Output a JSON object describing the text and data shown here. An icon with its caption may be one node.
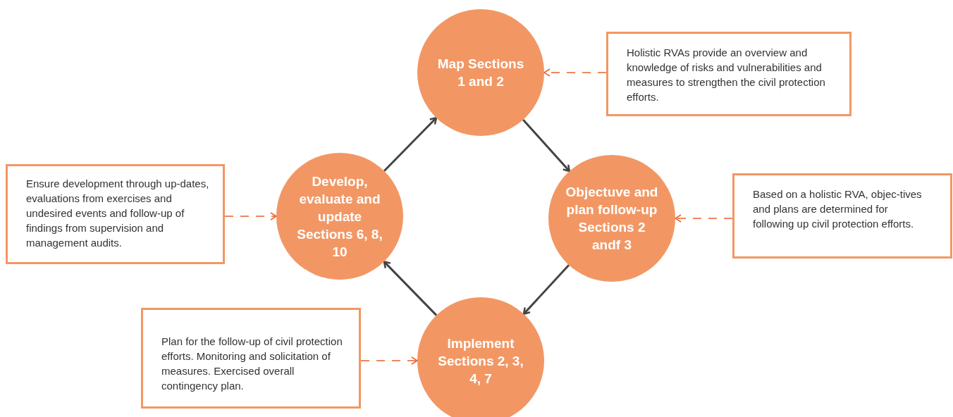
{
  "diagram": {
    "nodes": [
      {
        "text": [
          "Map Sections 1 and 2"
        ]
      },
      {
        "text": [
          "Holistic RVAs provide an overview and knowledge of risks and vulnerabilities and measures to strengthen the civil protection efforts."
        ]
      },
      {
        "text": [
          "Ensure development through up-dates, evaluations from exercises and undesired events and follow-up of findings from supervision and management audits."
        ]
      },
      {
        "text": [
          "Develop, evaluate and update Sections 6, 8, 10"
        ]
      },
      {
        "text": [
          "Objectuve and plan follow-up Sections 2 andf 3"
        ]
      },
      {
        "text": [
          "Based on a holistic RVA, objec-tives and plans are determined for following up civil protection efforts."
        ]
      },
      {
        "text": [
          "Plan for the follow-up of civil protection efforts. Monitoring and solicitation of measures. Exercised overall contingency plan."
        ]
      },
      {
        "text": [
          "Implement Sections 2, 3, 4, 7"
        ]
      }
    ],
    "edges": [
      {
        "from": 0,
        "to": 4,
        "arrow": "to"
      },
      {
        "from": 4,
        "to": 7,
        "arrow": "to"
      },
      {
        "from": 7,
        "to": 3,
        "arrow": "to"
      },
      {
        "from": 3,
        "to": 0,
        "arrow": "to"
      },
      {
        "from": 1,
        "to": 0,
        "arrow": "to",
        "style": "dashed",
        "color": "#e8622c"
      },
      {
        "from": 5,
        "to": 4,
        "arrow": "to",
        "style": "dashed",
        "color": "#e8622c"
      },
      {
        "from": 2,
        "to": 3,
        "arrow": "to",
        "style": "dashed",
        "color": "#e8622c"
      },
      {
        "from": 6,
        "to": 7,
        "arrow": "to",
        "style": "dashed",
        "color": "#e8622c"
      }
    ]
  }
}
